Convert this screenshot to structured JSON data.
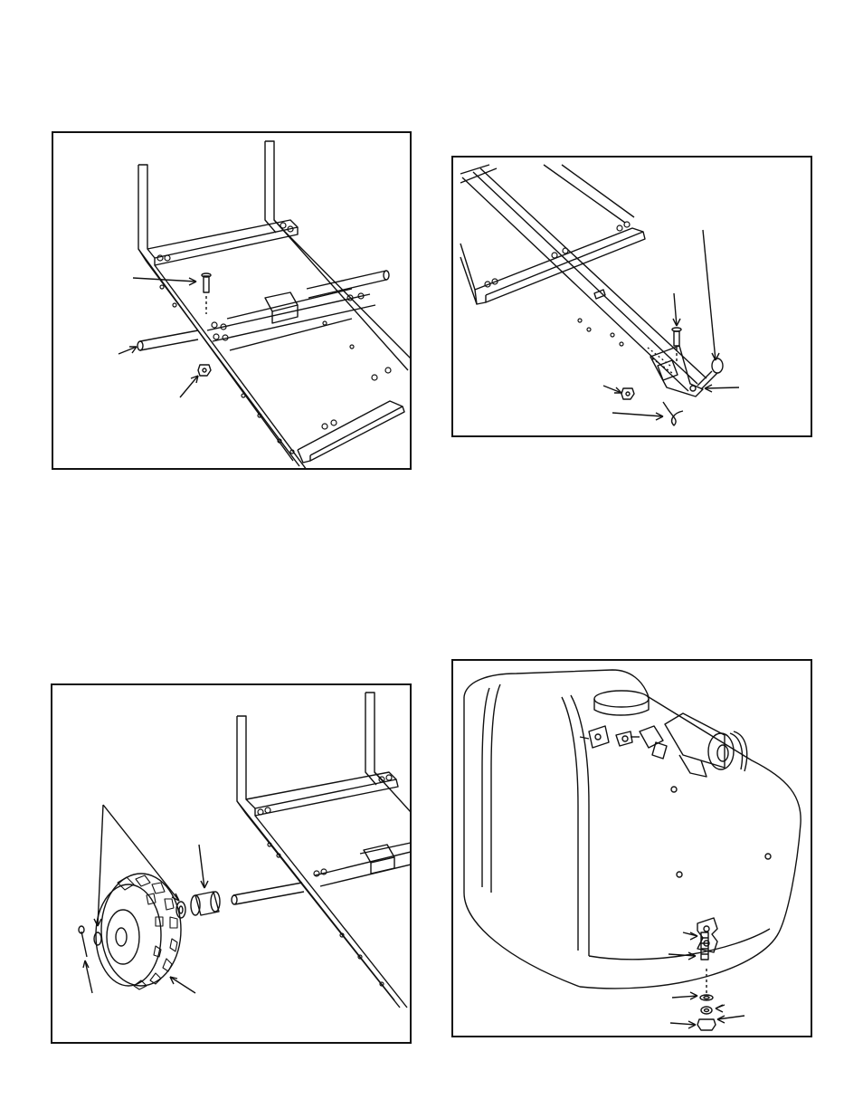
{
  "page": {
    "figures": [
      {
        "id": "frame-axle-assembly",
        "description_icon": "frame-axle-line-drawing-icon"
      },
      {
        "id": "frame-hitch-assembly",
        "description_icon": "hitch-mount-line-drawing-icon"
      },
      {
        "id": "wheel-assembly",
        "description_icon": "wheel-assembly-line-drawing-icon"
      },
      {
        "id": "tank-pump-assembly",
        "description_icon": "tank-pump-line-drawing-icon"
      }
    ]
  },
  "colors": {
    "line": "#111111",
    "background": "#ffffff"
  }
}
